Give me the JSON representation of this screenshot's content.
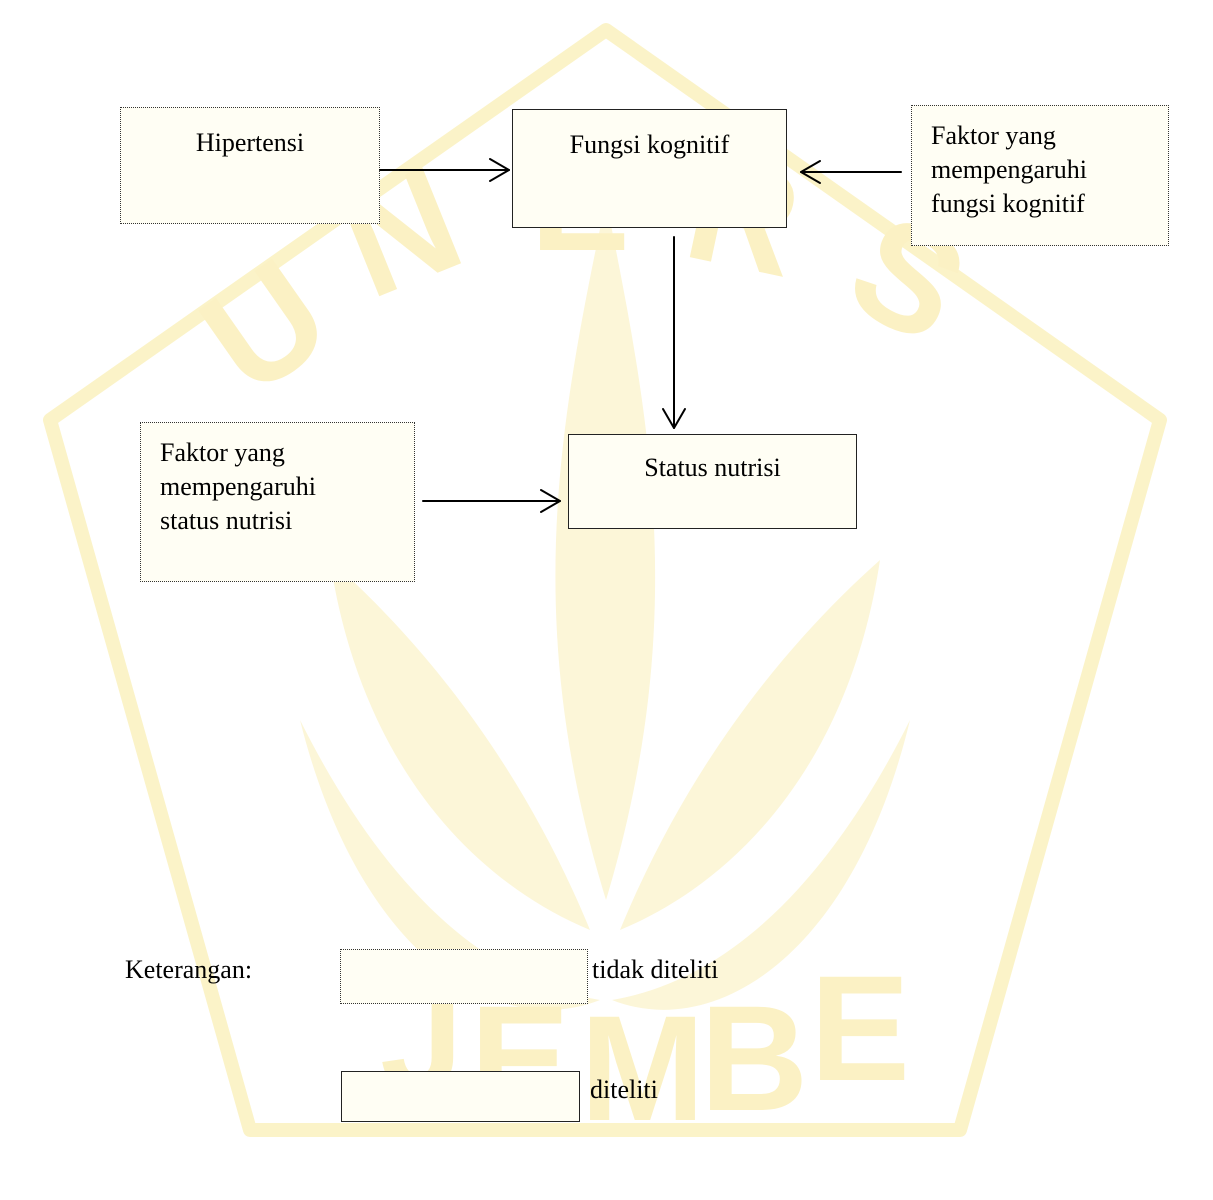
{
  "nodes": {
    "hipertensi": "Hipertensi",
    "fungsi_kognitif": "Fungsi kognitif",
    "faktor_kognitif": [
      "Faktor yang",
      "mempengaruhi",
      "fungsi kognitif"
    ],
    "status_nutrisi": "Status nutrisi",
    "faktor_nutrisi": [
      "Faktor yang",
      "mempengaruhi",
      "status nutrisi"
    ]
  },
  "legend": {
    "title": "Keterangan:",
    "not_studied": "tidak diteliti",
    "studied": "diteliti"
  },
  "colors": {
    "box_fill": "#fffef4",
    "watermark": "#fbf3c8",
    "line": "#000000"
  }
}
